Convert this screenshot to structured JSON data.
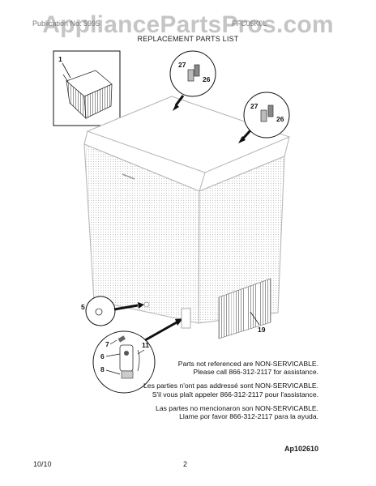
{
  "watermark": "AppliancePartsPros.com",
  "header": {
    "left_text": "Publication No. 5995",
    "right_text": "FFC05K0L",
    "subtitle": "REPLACEMENT PARTS LIST"
  },
  "callouts": {
    "basket": "1",
    "part5": "5",
    "part6": "6",
    "part7": "7",
    "part8": "8",
    "part11": "11",
    "grille": "19",
    "bulb_top_a": "27",
    "bulb_top_b": "26",
    "bulb_right_a": "27",
    "bulb_right_b": "26"
  },
  "notes": {
    "en_line1": "Parts not referenced are NON-SERVICABLE.",
    "en_line2": "Please call 866-312-2117 for assistance.",
    "fr_line1": "Les parties n'ont pas addressé sont NON-SERVICABLE.",
    "fr_line2": "S'il vous plaît appeler 866-312-2117 pour l'assistance.",
    "es_line1": "Las partes no mencionaron son NON-SERVICABLE.",
    "es_line2": "Llame por favor 866-312-2117 para la ayuda."
  },
  "reference_code": "Ap102610",
  "footer": {
    "date": "10/10",
    "page_number": "2"
  }
}
